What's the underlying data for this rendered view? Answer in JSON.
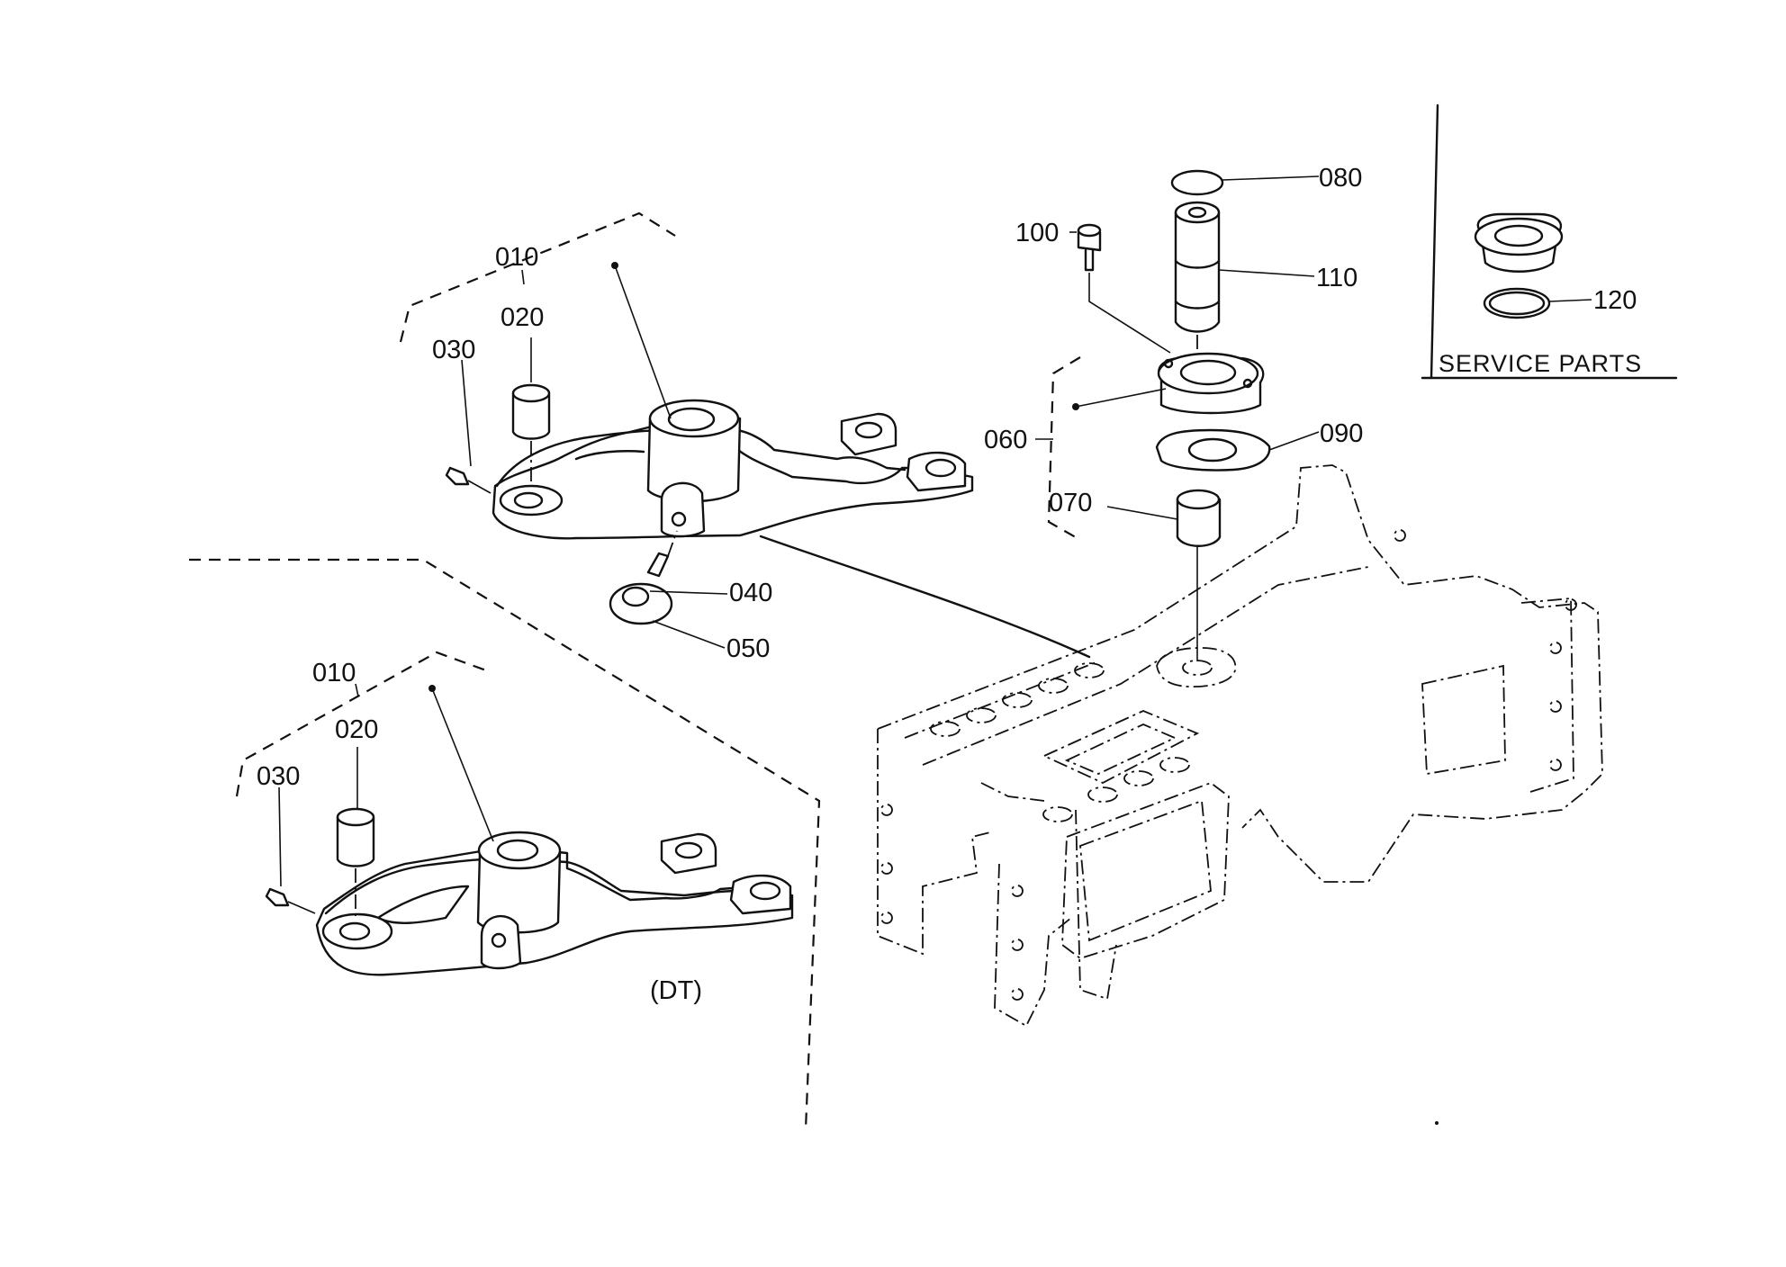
{
  "callouts": {
    "c010_top": "010",
    "c020_top": "020",
    "c030_top": "030",
    "c040": "040",
    "c050": "050",
    "c010_bottom": "010",
    "c020_bottom": "020",
    "c030_bottom": "030",
    "c060": "060",
    "c070": "070",
    "c080": "080",
    "c090": "090",
    "c100": "100",
    "c110": "110",
    "c120": "120"
  },
  "labels": {
    "variant": "(DT)",
    "service_parts": "SERVICE PARTS"
  }
}
